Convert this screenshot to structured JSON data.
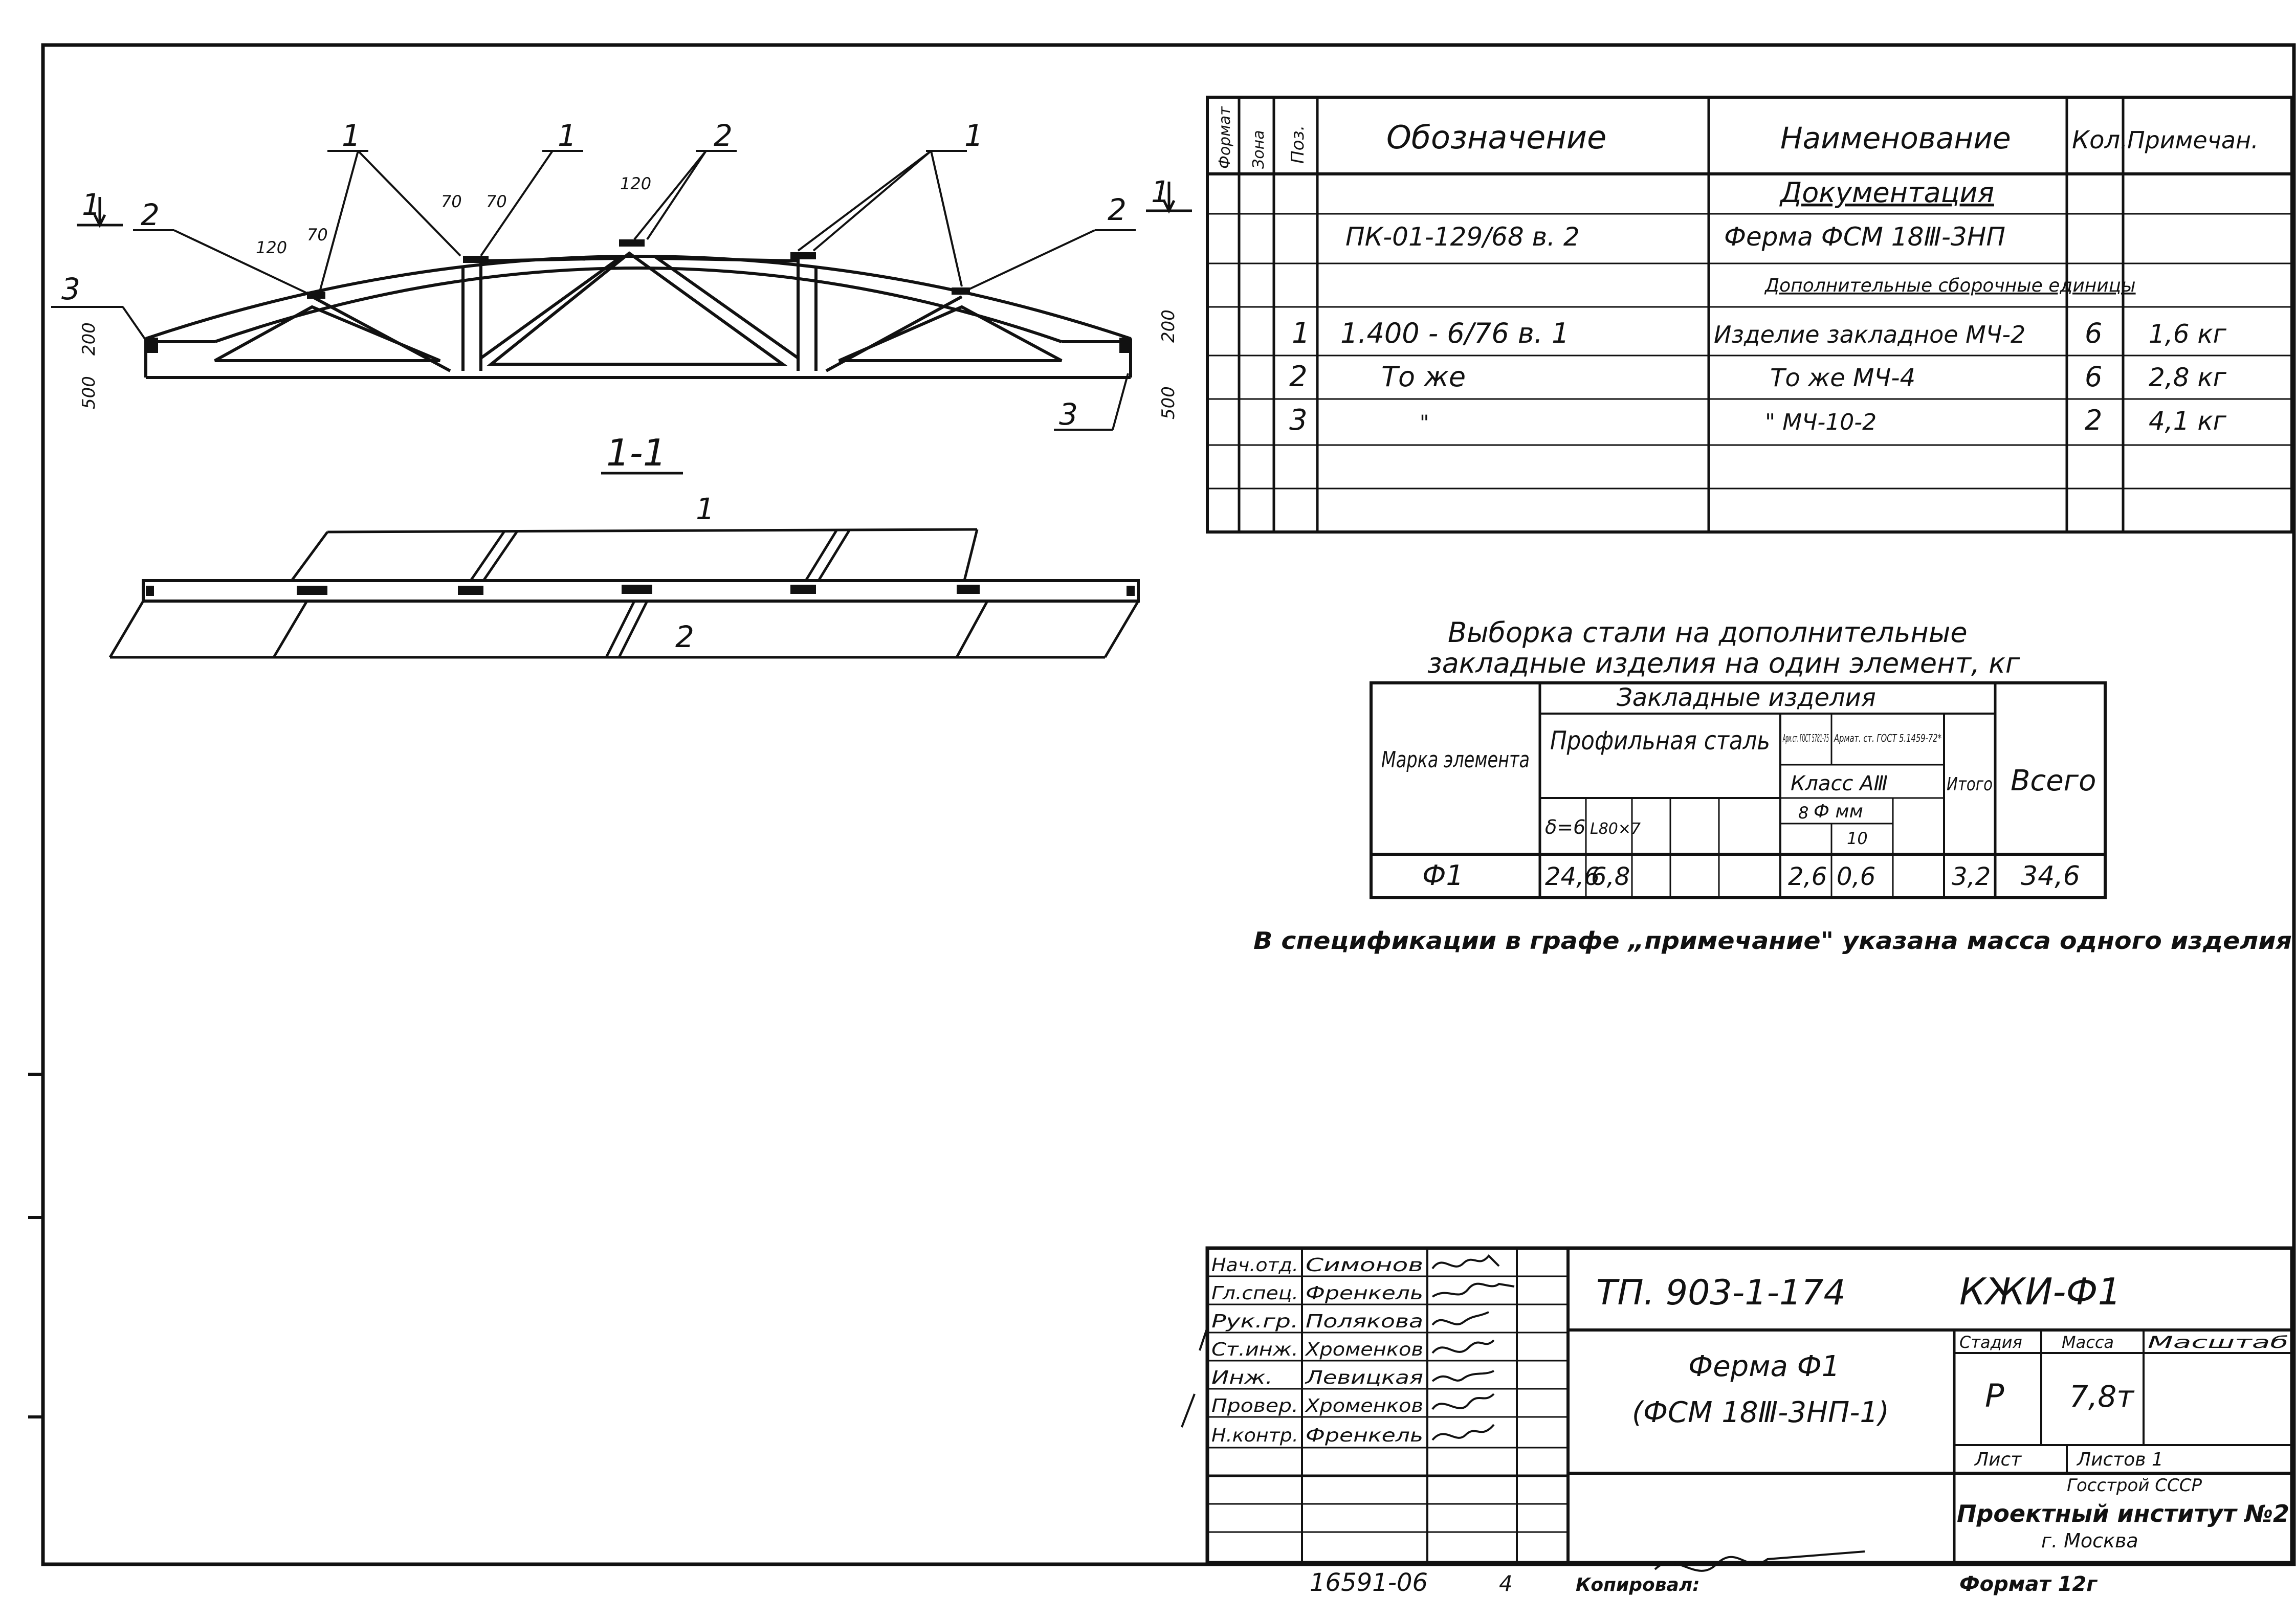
{
  "drawing": {
    "labels": {
      "pos1": "1",
      "pos2": "2",
      "pos3": "3",
      "dim_500": "500",
      "dim_200": "200",
      "dim_120": "120",
      "dim_70": "70"
    },
    "section_mark": "1",
    "section_title": "1-1",
    "section_label_top": "1",
    "section_label_bottom": "2"
  },
  "spec_table": {
    "headers": {
      "format": "Формат",
      "zone": "Зона",
      "pos": "Поз.",
      "designation": "Обозначение",
      "name": "Наименование",
      "qty": "Кол.",
      "note": "Примечан."
    },
    "section_docs": "Документация",
    "rows": [
      {
        "pos": "",
        "designation": "ПК-01-129/68  в. 2",
        "name": "Ферма ФСМ 18Ⅲ-3НП",
        "qty": "",
        "note": ""
      },
      {
        "pos": "",
        "designation": "",
        "name": "Дополнительные сборочные единицы",
        "qty": "",
        "note": ""
      },
      {
        "pos": "1",
        "designation": "1.400 - 6/76    в. 1",
        "name": "Изделие закладное МЧ-2",
        "qty": "6",
        "note": "1,6 кг"
      },
      {
        "pos": "2",
        "designation": "То же",
        "name": "То же          МЧ-4",
        "qty": "6",
        "note": "2,8 кг"
      },
      {
        "pos": "3",
        "designation": "\"",
        "name": "\"          МЧ-10-2",
        "qty": "2",
        "note": "4,1 кг"
      }
    ]
  },
  "steel_table": {
    "title_line1": "Выборка стали на дополнительные",
    "title_line2": "закладные изделия на один элемент, кг",
    "h_mark": "Марка элемента",
    "h_embedded": "Закладные изделия",
    "h_profile": "Профильная сталь",
    "h_arm_gost1": "Арм.ст. ГОСТ 5781-75",
    "h_arm_gost2": "Армат. ст. ГОСТ 5.1459-72*",
    "h_class": "Класс АⅢ",
    "h_dia": "Ф мм",
    "h_total": "Итого",
    "h_all": "Всего",
    "sub_d6": "δ=6",
    "sub_l80": "L80×7",
    "sub_8": "8",
    "sub_10": "10",
    "row": {
      "mark": "Ф1",
      "d6": "24,6",
      "l80": "6,8",
      "d8": "2,6",
      "d10": "0,6",
      "total": "3,2",
      "all": "34,6"
    }
  },
  "note": "В спецификации в графе „примечание\" указана масса одного изделия",
  "title_block": {
    "roles": [
      "Нач.отд.",
      "Гл.спец.",
      "Рук.гр.",
      "Ст.инж.",
      "Инж.",
      "Провер.",
      "Н.контр."
    ],
    "names": [
      "Симонов",
      "Френкель",
      "Полякова",
      "Хроменков",
      "Левицкая",
      "Хроменков",
      "Френкель"
    ],
    "project_code": "ТП. 903-1-174",
    "sheet_code": "КЖИ-Ф1",
    "title_line1": "Ферма Ф1",
    "title_line2": "(ФСМ 18Ⅲ-3НП-1)",
    "stage_label": "Стадия",
    "mass_label": "Масса",
    "scale_label": "Масштаб",
    "stage": "Р",
    "mass": "7,8т",
    "sheet_label": "Лист",
    "sheets_label": "Листов 1",
    "org1": "Госстрой СССР",
    "org2": "Проектный институт №2",
    "org3": "г. Москва"
  },
  "footer": {
    "number": "16591-06",
    "digit": "4",
    "copied": "Копировал:",
    "format": "Формат 12г"
  }
}
